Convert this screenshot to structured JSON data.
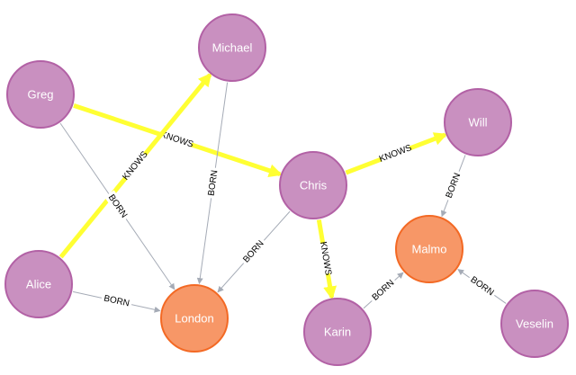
{
  "nodes": [
    {
      "id": "michael",
      "label": "Michael",
      "kind": "person"
    },
    {
      "id": "greg",
      "label": "Greg",
      "kind": "person"
    },
    {
      "id": "chris",
      "label": "Chris",
      "kind": "person"
    },
    {
      "id": "will",
      "label": "Will",
      "kind": "person"
    },
    {
      "id": "alice",
      "label": "Alice",
      "kind": "person"
    },
    {
      "id": "london",
      "label": "London",
      "kind": "city"
    },
    {
      "id": "malmo",
      "label": "Malmo",
      "kind": "city"
    },
    {
      "id": "karin",
      "label": "Karin",
      "kind": "person"
    },
    {
      "id": "veselin",
      "label": "Veselin",
      "kind": "person"
    }
  ],
  "edges": [
    {
      "id": "greg-chris",
      "label": "KNOWS",
      "highlight": true
    },
    {
      "id": "alice-michael",
      "label": "KNOWS",
      "highlight": true
    },
    {
      "id": "chris-will",
      "label": "KNOWS",
      "highlight": true
    },
    {
      "id": "chris-karin",
      "label": "KNOWS",
      "highlight": true
    },
    {
      "id": "greg-london",
      "label": "BORN",
      "highlight": false
    },
    {
      "id": "michael-london",
      "label": "BORN",
      "highlight": false
    },
    {
      "id": "chris-london",
      "label": "BORN",
      "highlight": false
    },
    {
      "id": "alice-london",
      "label": "BORN",
      "highlight": false
    },
    {
      "id": "will-malmo",
      "label": "BORN",
      "highlight": false
    },
    {
      "id": "karin-malmo",
      "label": "BORN",
      "highlight": false
    },
    {
      "id": "veselin-malmo",
      "label": "BORN",
      "highlight": false
    }
  ],
  "colors": {
    "person_fill": "#c990c0",
    "person_stroke": "#b261a5",
    "city_fill": "#f79767",
    "city_stroke": "#f36924",
    "edge": "#a5abb6",
    "highlight": "#ffff33",
    "node_text": "#ffffff",
    "edge_text": "#000000"
  }
}
